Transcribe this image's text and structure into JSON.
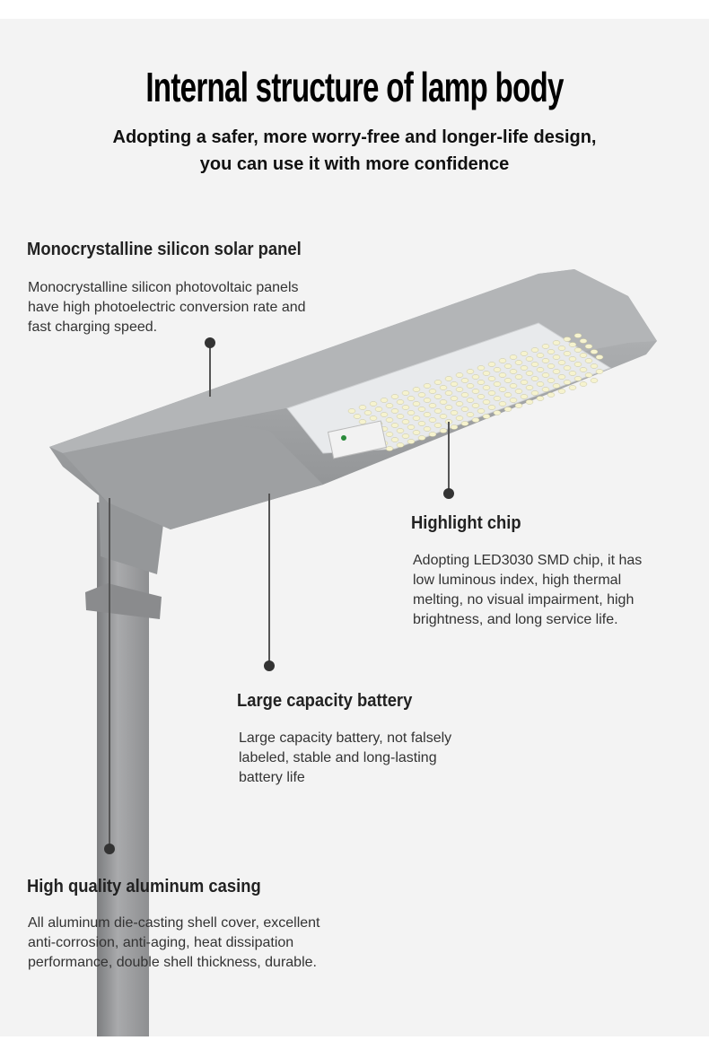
{
  "header": {
    "title": "Internal structure of lamp body",
    "subtitle_line1": "Adopting a safer, more worry-free and longer-life design,",
    "subtitle_line2": "you can use it with more confidence"
  },
  "features": [
    {
      "title": "Monocrystalline silicon solar panel",
      "lines": [
        "Monocrystalline silicon photovoltaic panels",
        "have high photoelectric conversion rate and",
        "fast charging speed."
      ]
    },
    {
      "title": "Highlight chip",
      "lines": [
        "Adopting LED3030 SMD chip, it has",
        "low luminous index, high thermal",
        "melting, no visual impairment, high",
        "brightness, and long service life."
      ]
    },
    {
      "title": "Large capacity battery",
      "lines": [
        "Large capacity battery, not falsely",
        "labeled, stable and long-lasting",
        "battery life"
      ]
    },
    {
      "title": "High quality aluminum casing",
      "lines": [
        "All aluminum die-casting shell cover, excellent",
        "anti-corrosion, anti-aging, heat dissipation",
        "performance, double shell thickness, durable."
      ]
    }
  ],
  "colors": {
    "background": "#f3f3f3",
    "lamp_gray": "#9a9c9e",
    "dot": "#333333"
  }
}
